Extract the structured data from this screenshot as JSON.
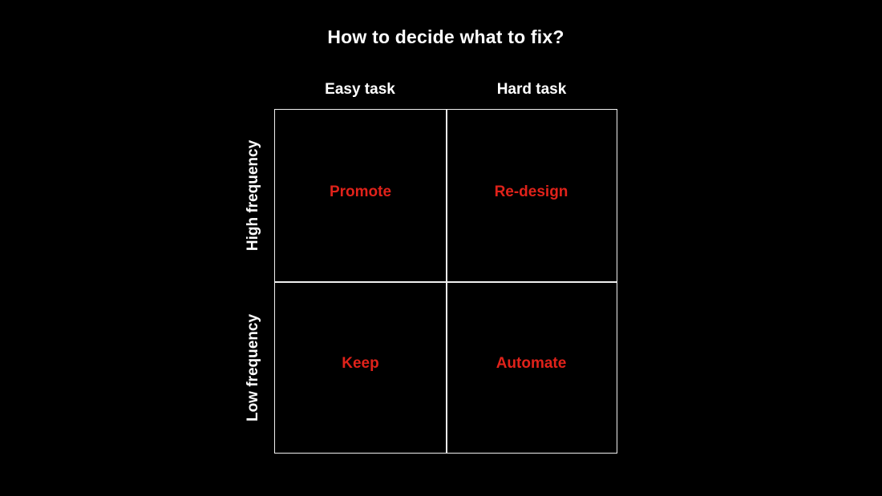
{
  "slide": {
    "title": "How to decide what to fix?"
  },
  "matrix": {
    "column_headers": [
      "Easy task",
      "Hard task"
    ],
    "row_labels": [
      "High frequency",
      "Low frequency"
    ],
    "cells": [
      [
        "Promote",
        "Re-design"
      ],
      [
        "Keep",
        "Automate"
      ]
    ]
  },
  "colors": {
    "background": "#000000",
    "text": "#ffffff",
    "accent_red": "#e0221a",
    "grid_line": "#f0f0f0"
  }
}
